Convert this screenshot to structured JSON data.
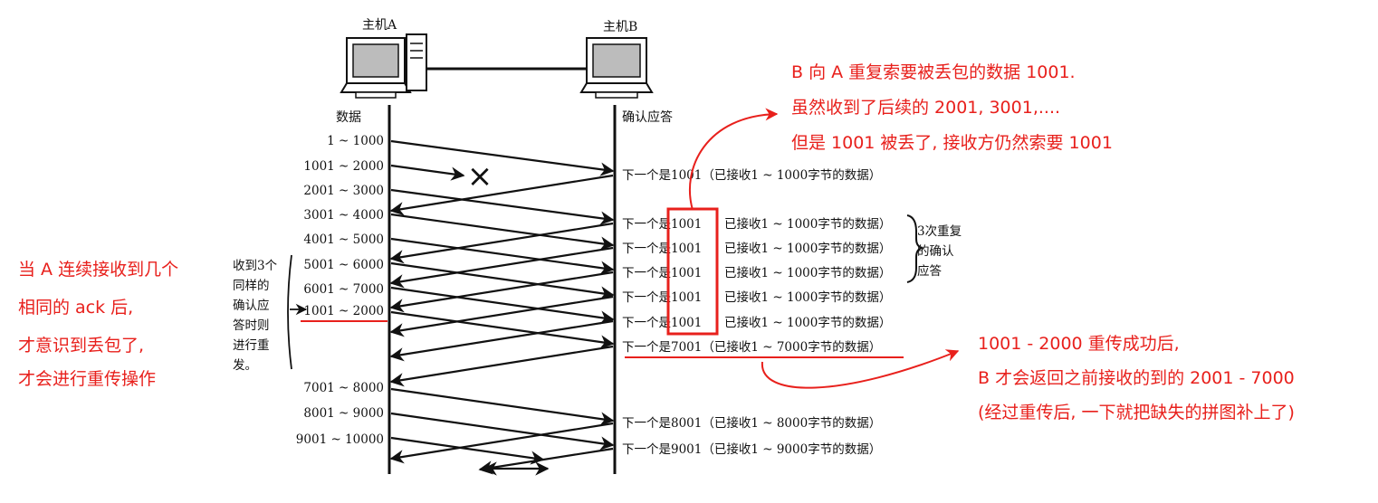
{
  "colors": {
    "annotation": "#e8201c",
    "ink": "#111111"
  },
  "hosts": {
    "a": {
      "name": "主机A",
      "icon": "computer-tower-icon"
    },
    "b": {
      "name": "主机B",
      "icon": "computer-icon"
    }
  },
  "column_headers": {
    "data": "数据",
    "ack": "确认应答"
  },
  "segments": [
    "1 ~ 1000",
    "1001 ~ 2000",
    "2001 ~ 3000",
    "3001 ~ 4000",
    "4001 ~ 5000",
    "5001 ~ 6000",
    "6001 ~ 7000",
    "1001 ~ 2000",
    "7001 ~ 8000",
    "8001 ~ 9000",
    "9001 ~ 10000"
  ],
  "lost_marker": "×",
  "acks": [
    {
      "prefix": "下一个是",
      "num": "1001",
      "detail": "（已接收1 ~ 1000字节的数据）"
    },
    {
      "prefix": "下一个是",
      "num": "1001",
      "detail": "已接收1 ~ 1000字节的数据）"
    },
    {
      "prefix": "下一个是",
      "num": "1001",
      "detail": "已接收1 ~ 1000字节的数据）"
    },
    {
      "prefix": "下一个是",
      "num": "1001",
      "detail": "已接收1 ~ 1000字节的数据）"
    },
    {
      "prefix": "下一个是",
      "num": "1001",
      "detail": "已接收1 ~ 1000字节的数据）"
    },
    {
      "prefix": "下一个是",
      "num": "1001",
      "detail": "已接收1 ~ 1000字节的数据）"
    },
    {
      "prefix": "下一个是",
      "num": "7001",
      "detail": "（已接收1 ~ 7000字节的数据）"
    },
    {
      "prefix": "下一个是",
      "num": "8001",
      "detail": "（已接收1 ~ 8000字节的数据）"
    },
    {
      "prefix": "下一个是",
      "num": "9001",
      "detail": "（已接收1 ~ 9000字节的数据）"
    }
  ],
  "triple_ack_note": [
    "3次重复",
    "的确认",
    "应答"
  ],
  "retransmit_note": [
    "收到3个",
    "同样的",
    "确认应",
    "答时则",
    "进行重",
    "发。"
  ],
  "annotations": {
    "left": [
      "当 A 连续接收到几个",
      "相同的 ack 后,",
      "才意识到丢包了,",
      "才会进行重传操作"
    ],
    "top_right": [
      "B 向 A 重复索要被丢包的数据 1001.",
      "虽然收到了后续的 2001, 3001,....",
      "但是 1001 被丢了, 接收方仍然索要 1001"
    ],
    "bottom_right": [
      "1001 - 2000 重传成功后,",
      "B 才会返回之前接收的到的 2001 - 7000",
      "(经过重传后, 一下就把缺失的拼图补上了)"
    ]
  }
}
